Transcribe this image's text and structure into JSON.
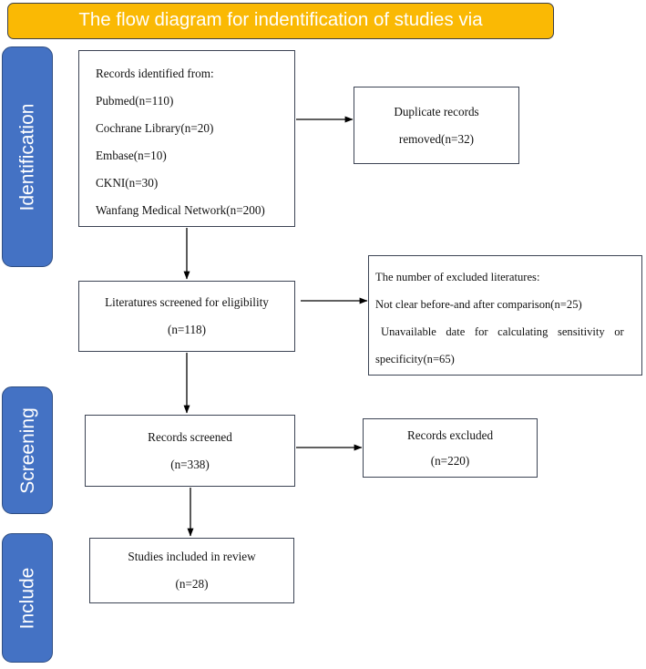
{
  "banner": {
    "title": "The flow diagram for indentification of studies via",
    "bg_color": "#FAB904",
    "text_color": "#FFFFFF"
  },
  "stages": [
    {
      "name": "identification",
      "label": "Identification",
      "color": "#4472C4"
    },
    {
      "name": "screening",
      "label": "Screening",
      "color": "#4472C4"
    },
    {
      "name": "include",
      "label": "Include",
      "color": "#4472C4"
    }
  ],
  "boxes": {
    "records_identified": {
      "lines": [
        "Records identified from:",
        "Pubmed(n=110)",
        "Cochrane Library(n=20)",
        "Embase(n=10)",
        "CKNI(n=30)",
        "Wanfang Medical Network(n=200)"
      ]
    },
    "duplicates_removed": {
      "lines": [
        "Duplicate records",
        "removed(n=32)"
      ]
    },
    "literatures_eligibility": {
      "lines": [
        "Literatures screened for eligibility",
        "(n=118)"
      ]
    },
    "excluded_literatures": {
      "lines": [
        "The number of excluded literatures:",
        "Not clear before-and after comparison(n=25)",
        "Unavailable date for calculating sensitivity or",
        "specificity(n=65)"
      ]
    },
    "records_screened": {
      "lines": [
        "Records screened",
        "(n=338)"
      ]
    },
    "records_excluded": {
      "lines": [
        "Records excluded",
        "(n=220)"
      ]
    },
    "studies_included": {
      "lines": [
        "Studies included in review",
        "(n=28)"
      ]
    }
  },
  "connectors": [
    {
      "name": "identified-to-duplicates",
      "direction": "right"
    },
    {
      "name": "identified-to-eligibility",
      "direction": "down"
    },
    {
      "name": "eligibility-to-excluded",
      "direction": "right"
    },
    {
      "name": "eligibility-to-screened",
      "direction": "down"
    },
    {
      "name": "screened-to-records-excluded",
      "direction": "right"
    },
    {
      "name": "screened-to-included",
      "direction": "down"
    }
  ],
  "colors": {
    "box_border": "#3C4454",
    "arrow": "#000000",
    "stage_blue": "#4472C4",
    "banner_amber": "#FAB904"
  }
}
